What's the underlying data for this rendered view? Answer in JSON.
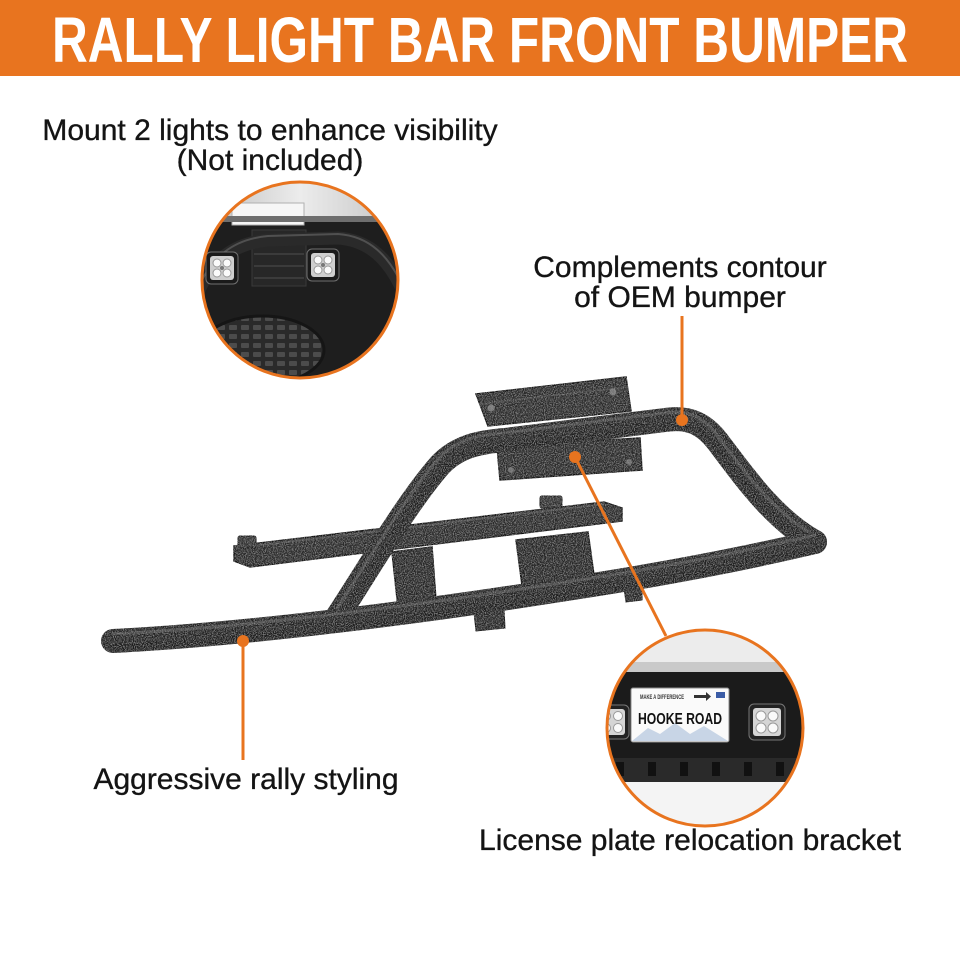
{
  "header": {
    "title": "RALLY LIGHT BAR FRONT BUMPER"
  },
  "callouts": {
    "lights": {
      "line1": "Mount 2 lights to enhance visibility",
      "line2": "(Not included)"
    },
    "contour": {
      "line1": "Complements contour",
      "line2": "of OEM bumper"
    },
    "styling": {
      "text": "Aggressive rally styling"
    },
    "plate": {
      "text": "License plate relocation bracket"
    }
  },
  "insets": {
    "plate_detail": {
      "tagline": "MAKE A DIFFERENCE",
      "plate_name": "HOOKE ROAD"
    }
  },
  "colors": {
    "accent": "#E8741F",
    "header_text": "#FFFFFF",
    "text": "#141414",
    "product": "#242424",
    "background": "#FFFFFF"
  }
}
